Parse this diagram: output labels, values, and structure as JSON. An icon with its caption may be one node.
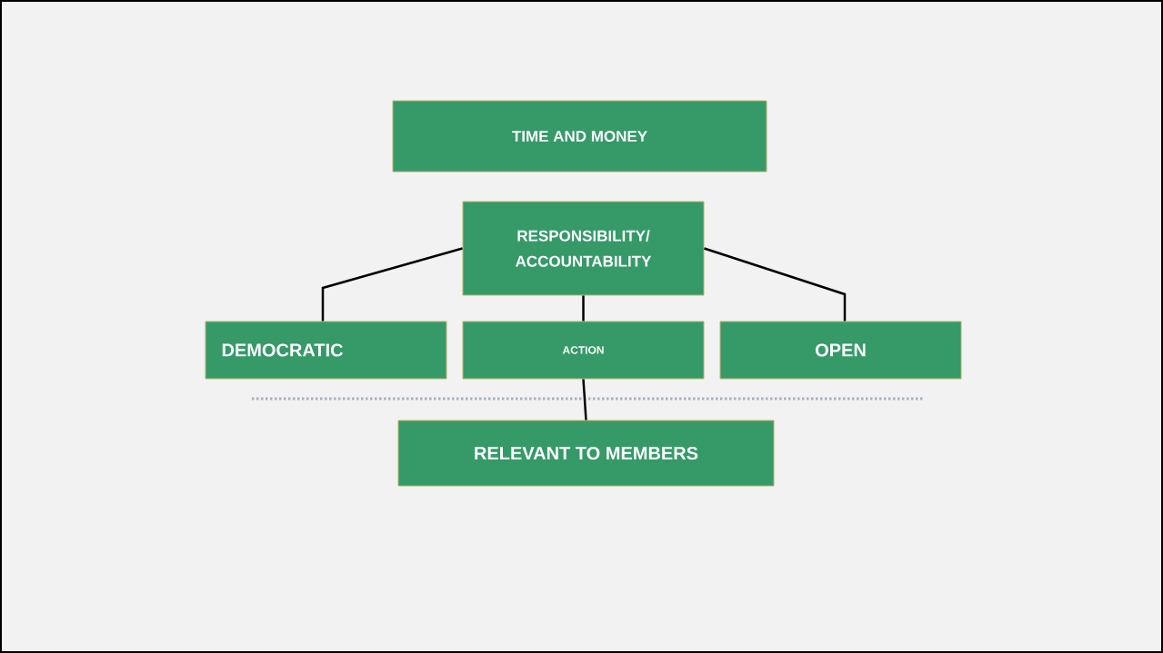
{
  "diagram": {
    "nodes": [
      {
        "text": [
          "TIME AND MONEY"
        ]
      },
      {
        "text": [
          "RESPONSIBILITY/ ACCOUNTABILITY"
        ]
      },
      {
        "text": [
          "DEMOCRATIC"
        ]
      },
      {
        "text": [
          "ACTION"
        ]
      },
      {
        "text": [
          "OPEN"
        ]
      },
      {
        "text": [
          "RELEVANT TO MEMBERS"
        ]
      }
    ],
    "edges": [
      {
        "from": 1,
        "to": 2,
        "arrow": "none"
      },
      {
        "from": 1,
        "to": 3,
        "arrow": "none"
      },
      {
        "from": 1,
        "to": 4,
        "arrow": "none"
      },
      {
        "from": 3,
        "to": 5,
        "arrow": "none"
      }
    ]
  }
}
